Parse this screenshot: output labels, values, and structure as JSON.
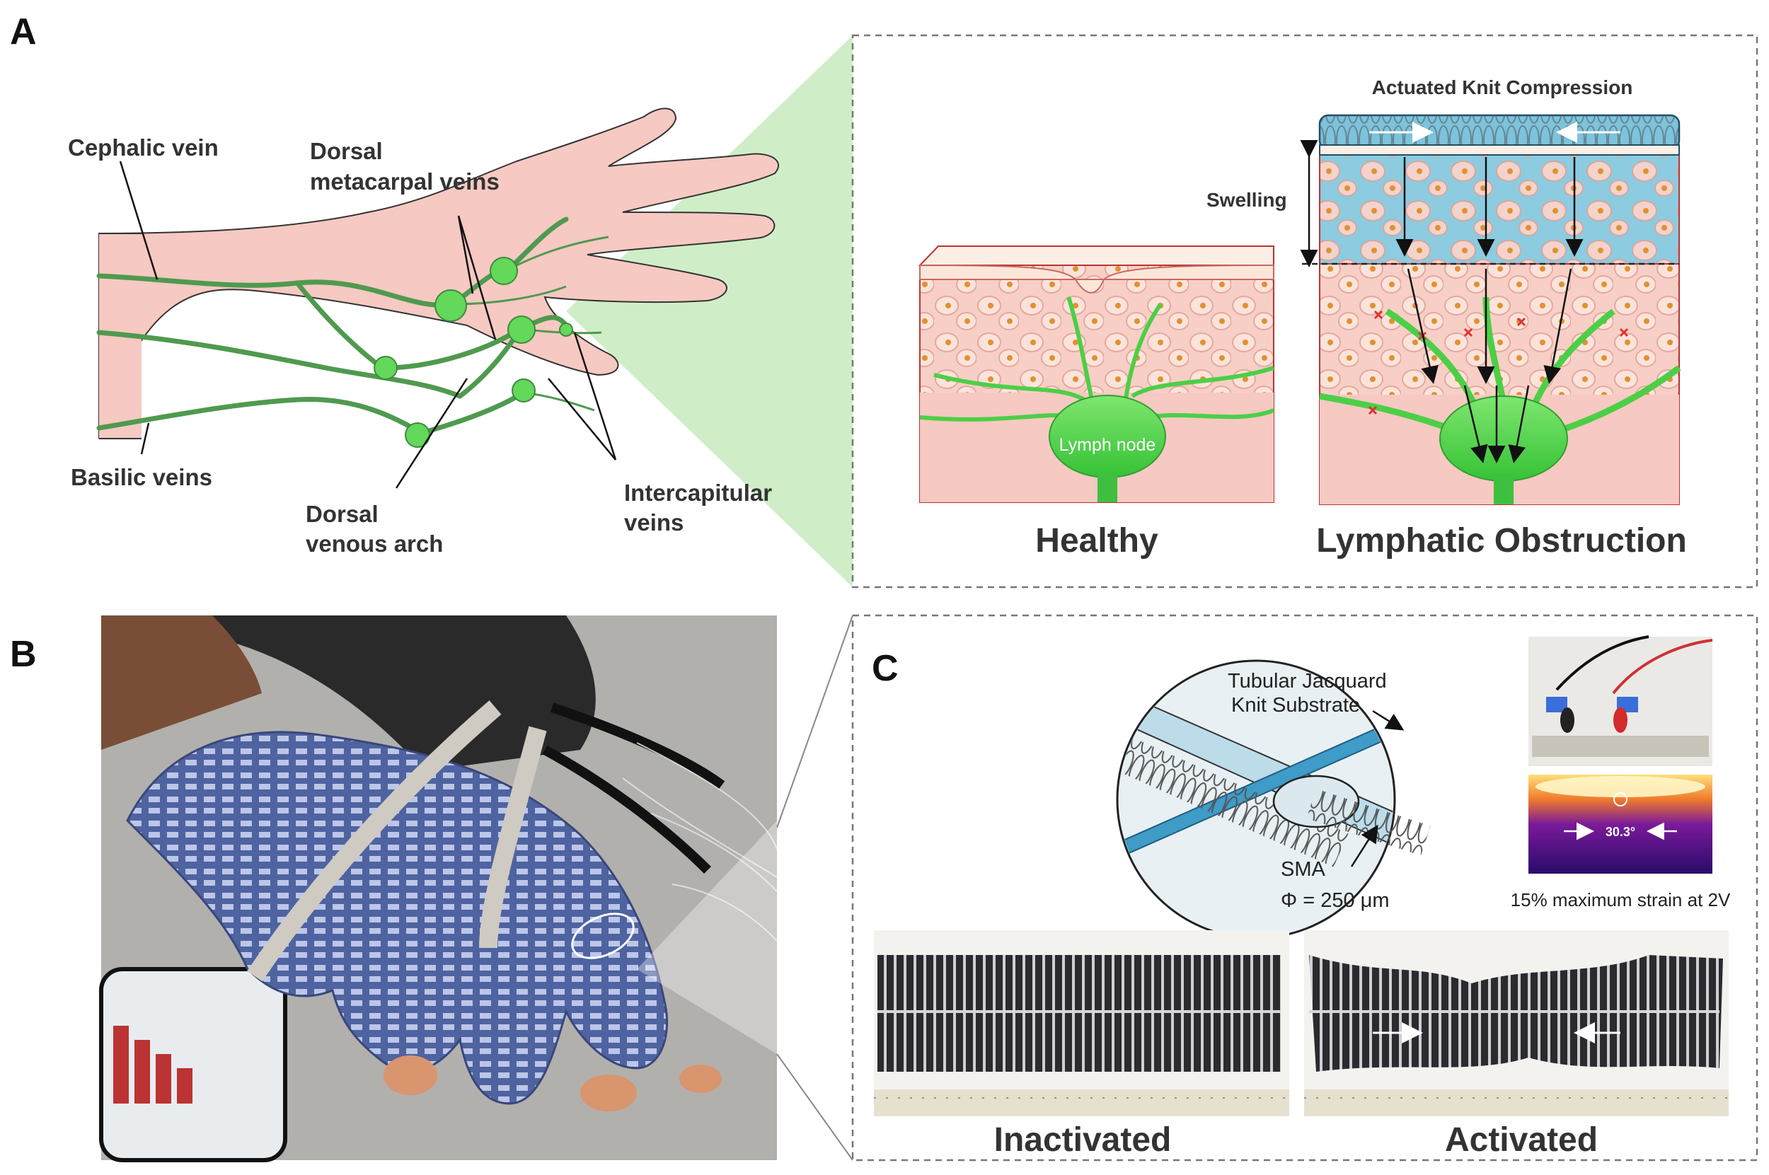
{
  "panels": {
    "a": "A",
    "b": "B",
    "c": "C"
  },
  "panel_a": {
    "labels": {
      "cephalic": "Cephalic vein",
      "dorsal_meta_1": "Dorsal",
      "dorsal_meta_2": "metacarpal veins",
      "basilic": "Basilic veins",
      "dorsal_arch_1": "Dorsal",
      "dorsal_arch_2": "venous arch",
      "intercap_1": "Intercapitular",
      "intercap_2": "veins"
    },
    "compression_title": "Actuated Knit Compression",
    "swelling": "Swelling",
    "lymph_node": "Lymph node",
    "healthy": "Healthy",
    "obstruction": "Lymphatic Obstruction"
  },
  "panel_c": {
    "substrate_1": "Tubular Jacquard",
    "substrate_2": "Knit Substrate",
    "sma": "SMA",
    "diameter": "Φ = 250 μm",
    "thermal_reading": "30.3°",
    "strain_caption": "15% maximum strain at 2V",
    "inactivated": "Inactivated",
    "activated": "Activated"
  },
  "colors": {
    "skin": "#f6c9c2",
    "vein": "#4f9a4f",
    "node": "#63d85a",
    "lymph": "#4ccf46",
    "fluid": "#8ccbe0",
    "glove": "#5a6fa8",
    "zoom_green": "#cfeec8"
  }
}
